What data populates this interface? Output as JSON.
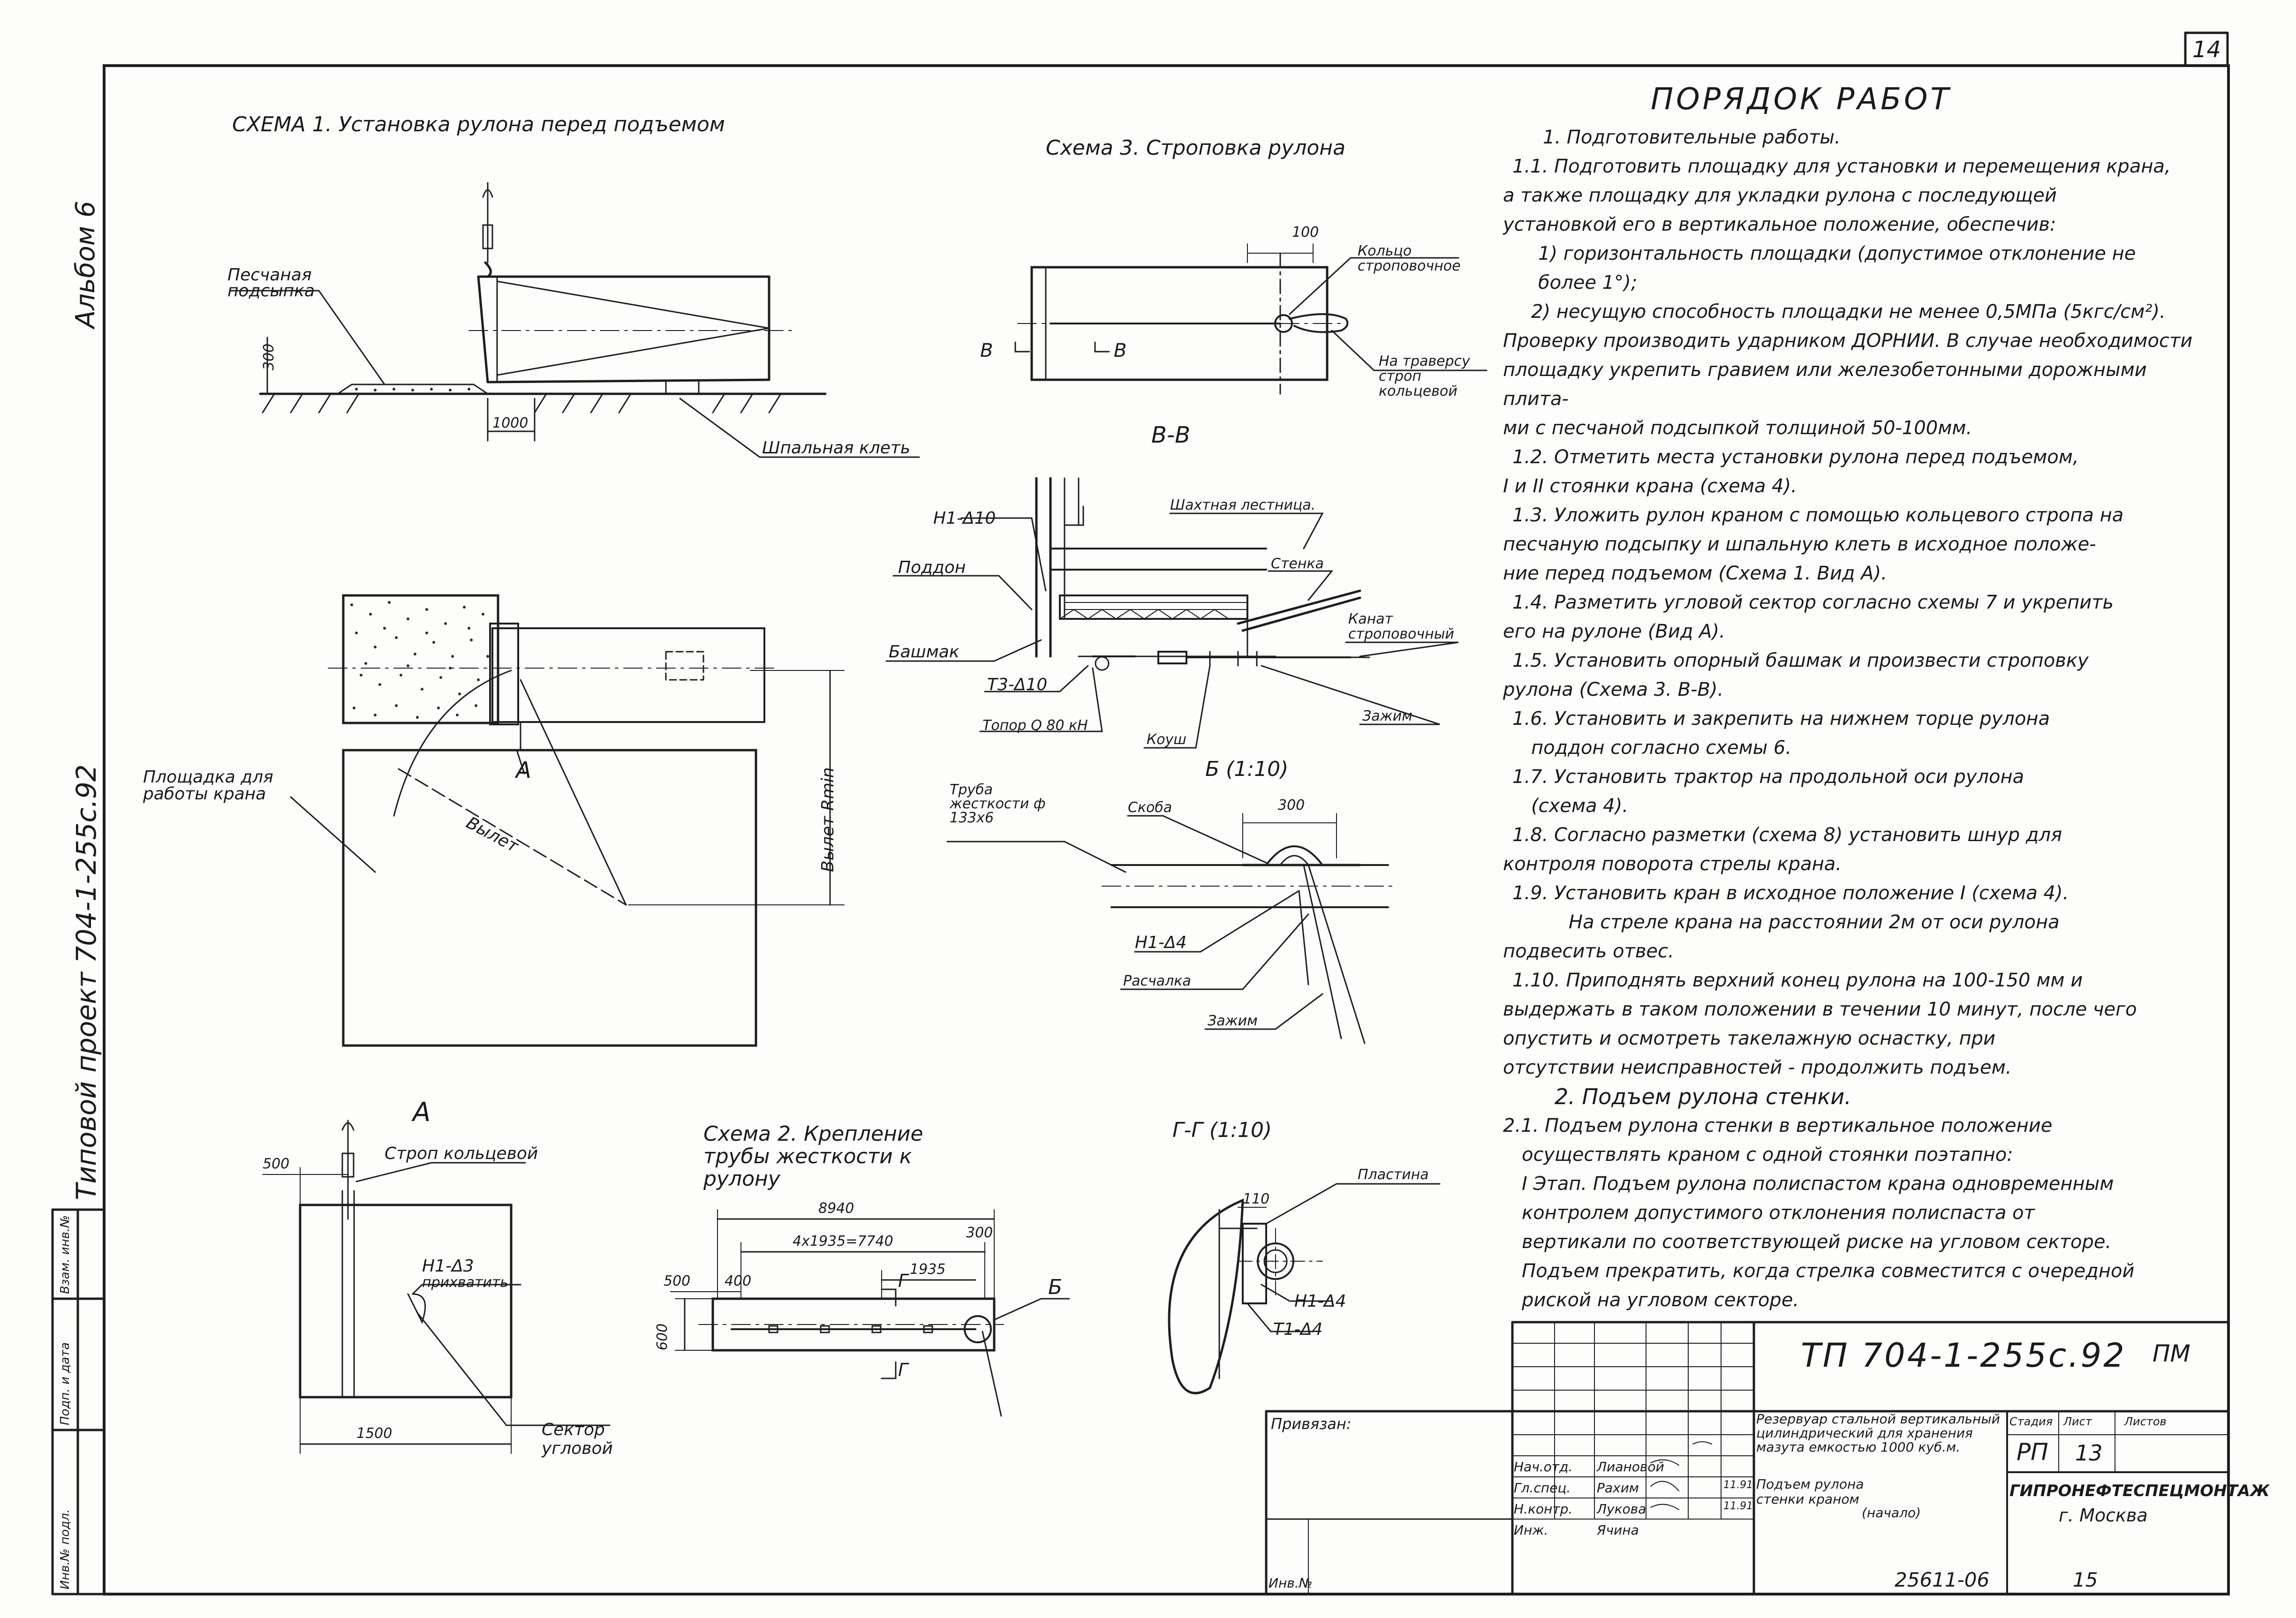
{
  "sheet_no": "14",
  "side_labels": {
    "album": "Альбом 6",
    "project": "Типовой проект 704-1-255с.92",
    "stamp_1": "Инв.№ подл.",
    "stamp_2": "Подп. и дата",
    "stamp_3": "Взам. инв.№"
  },
  "scheme1": {
    "title": "СХЕМА 1. Установка рулона перед подъемом",
    "sand_label": "Песчаная подсыпка",
    "dim_300": "300",
    "dim_1000": "1000",
    "sleeper_label": "Шпальная клеть",
    "platform_label": "Площадка для работы крана",
    "reach_label": "Вылет",
    "reach_min_label": "Вылет Rmin",
    "view_a": "A"
  },
  "scheme3": {
    "title": "Схема 3. Строповка рулона",
    "dim_100": "100",
    "ring_label": "Кольцо строповочное",
    "traverse_label": "На траверсу строп кольцевой",
    "mark_v1": "В",
    "mark_v2": "В"
  },
  "section_vv": {
    "title": "В-В",
    "n1": "Н1-Δ10",
    "pallet": "Поддон",
    "shoe": "Башмак",
    "t3": "Т3-Δ10",
    "axe": "Топор Q 80 кН",
    "ladder": "Шахтная лестница.",
    "wall": "Стенка",
    "rope": "Канат строповочный",
    "thimble": "Коуш",
    "clamp": "Зажим"
  },
  "section_b": {
    "title": "Б (1:10)",
    "pipe": "Труба жесткости ф 133х6",
    "bracket": "Скоба",
    "dim_300": "300",
    "n1": "Н1-Δ4",
    "brace": "Расчалка",
    "clamp": "Зажим"
  },
  "view_a": {
    "title": "A",
    "dim_500": "500",
    "sling": "Строп кольцевой",
    "n1": "Н1-Δ3",
    "weld": "прихватить",
    "dim_1500": "1500",
    "sector": "Сектор угловой"
  },
  "scheme2": {
    "title": "Схема 2. Крепление трубы жесткости к рулону",
    "dim_8940": "8940",
    "dim_series": "4х1935=7740",
    "dim_300": "300",
    "dim_1935": "1935",
    "dim_500": "500",
    "dim_400": "400",
    "dim_600": "600",
    "mark_g": "Г",
    "mark_b": "Б"
  },
  "section_gg": {
    "title": "Г-Г (1:10)",
    "plate": "Пластина",
    "dim_110": "110",
    "n1": "Н1-Δ4",
    "t1": "Т1-Δ4"
  },
  "procedure": {
    "heading": "ПОРЯДОК РАБОТ",
    "lines": [
      "1. Подготовительные работы.",
      "1.1. Подготовить площадку для установки и перемещения крана,",
      "а также площадку для укладки рулона с последующей",
      "установкой его в вертикальное положение, обеспечив:",
      "1) горизонтальность площадки (допустимое отклонение не",
      "более 1°);",
      "2) несущую способность площадки не менее 0,5МПа (5кгс/см²).",
      "Проверку производить ударником ДОРНИИ. В случае необходимости",
      "площадку укрепить гравием или железобетонными дорожными плита-",
      "ми с песчаной подсыпкой толщиной 50-100мм.",
      "1.2. Отметить места установки рулона перед подъемом,",
      "I и II стоянки крана (схема 4).",
      "1.3. Уложить рулон краном с помощью кольцевого стропа на",
      "песчаную подсыпку и шпальную клеть в исходное положе-",
      "ние перед подъемом (Схема 1. Вид А).",
      "1.4. Разметить угловой сектор согласно схемы 7 и укрепить",
      "его на рулоне (Вид А).",
      "1.5. Установить опорный башмак и произвести строповку",
      "рулона (Схема 3. В-В).",
      "1.6. Установить и закрепить на нижнем торце рулона",
      "поддон согласно схемы 6.",
      "1.7. Установить трактор на продольной оси рулона",
      "(схема 4).",
      "1.8. Согласно разметки (схема 8) установить шнур для",
      "контроля поворота стрелы крана.",
      "1.9. Установить кран в исходное положение I (схема 4).",
      "На стреле крана на расстоянии 2м от оси рулона",
      "подвесить отвес.",
      "1.10. Приподнять верхний конец рулона на 100-150 мм и",
      "выдержать в таком положении в течении 10 минут, после чего",
      "опустить и осмотреть такелажную оснастку, при",
      "отсутствии неисправностей - продолжить подъем.",
      "2. Подъем рулона стенки.",
      "2.1. Подъем рулона стенки в вертикальное положение",
      "осуществлять краном с одной стоянки поэтапно:",
      "I Этап. Подъем рулона полиспастом крана одновременным",
      "контролем допустимого отклонения полиспаста от",
      "вертикали по соответствующей риске на угловом секторе.",
      "Подъем прекратить, когда стрелка совместится с очередной",
      "риской на угловом секторе."
    ]
  },
  "title_block": {
    "doc_code": "ТП 704-1-255с.92",
    "doc_type": "ПМ",
    "bound_label": "Привязан:",
    "inv_label": "Инв.№",
    "object_desc": "Резервуар стальной вертикальный цилиндрический для хранения мазута емкостью 1000 куб.м.",
    "sheet_title": "Подъем рулона стенки краном",
    "sheet_sub": "(начало)",
    "stage_label": "Стадия",
    "sheet_label": "Лист",
    "sheets_label": "Листов",
    "stage": "РП",
    "sheet": "13",
    "org": "ГИПРОНЕФТЕСПЕЦМОНТАЖ",
    "city": "г. Москва",
    "roles": [
      {
        "role": "Нач.отд.",
        "name": "Лиановой"
      },
      {
        "role": "Гл.спец.",
        "name": "Рахим"
      },
      {
        "role": "Н.контр.",
        "name": "Лукова"
      },
      {
        "role": "Инж.",
        "name": "Ячина"
      }
    ],
    "dates": [
      "11.91",
      "11.91"
    ],
    "bottom_number": "25611-06",
    "bottom_suffix": "15"
  }
}
